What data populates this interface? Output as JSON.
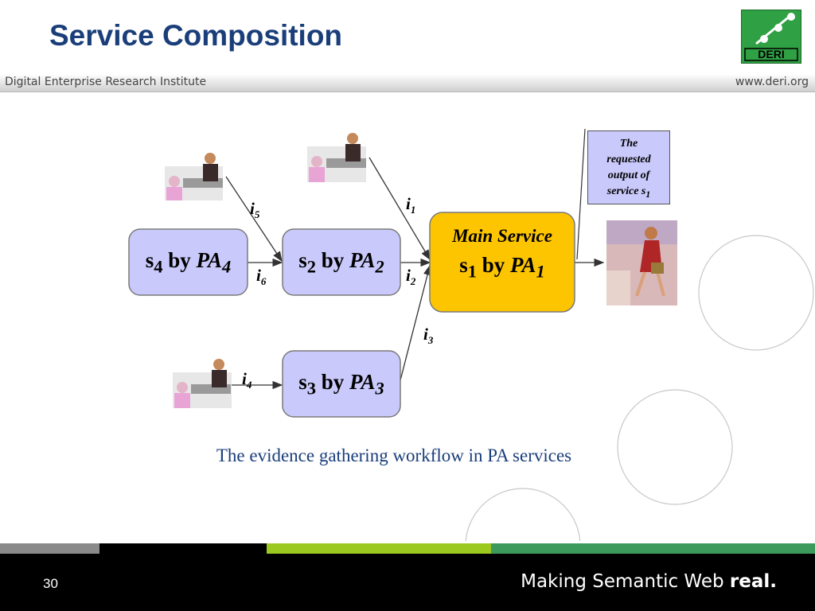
{
  "slide": {
    "title": "Service Composition",
    "page_number": "30",
    "caption": "The evidence gathering workflow in PA services"
  },
  "header": {
    "org_name": "Digital Enterprise Research Institute",
    "org_url": "www.deri.org",
    "logo_text": "DERI"
  },
  "footer": {
    "slogan_prefix": "Making Semantic Web",
    "slogan_bold": "real."
  },
  "diagram": {
    "boxes": [
      {
        "id": "s4",
        "s": "s",
        "sub": "4",
        "by": "by",
        "pa": "PA",
        "pa_sub": "4"
      },
      {
        "id": "s2",
        "s": "s",
        "sub": "2",
        "by": "by",
        "pa": "PA",
        "pa_sub": "2"
      },
      {
        "id": "s3",
        "s": "s",
        "sub": "3",
        "by": "by",
        "pa": "PA",
        "pa_sub": "3"
      }
    ],
    "main": {
      "line1": "Main Service",
      "s": "s",
      "sub": "1",
      "by": "by",
      "pa": "PA",
      "pa_sub": "1"
    },
    "edges": {
      "i1": {
        "var": "i",
        "sub": "1"
      },
      "i2": {
        "var": "i",
        "sub": "2"
      },
      "i3": {
        "var": "i",
        "sub": "3"
      },
      "i4": {
        "var": "i",
        "sub": "4"
      },
      "i5": {
        "var": "i",
        "sub": "5"
      },
      "i6": {
        "var": "i",
        "sub": "6"
      }
    },
    "note": {
      "line1": "The",
      "line2": "requested",
      "line3": "output of",
      "line4": "service s",
      "sub": "1"
    }
  },
  "colors": {
    "title": "#1a3e7a",
    "box_fill": "#c9c9fb",
    "main_fill": "#fdc500",
    "logo_green": "#2fa043",
    "footer_gray": "#8a8a8a",
    "footer_lime": "#9cc91f",
    "footer_green": "#3b9a5c"
  }
}
